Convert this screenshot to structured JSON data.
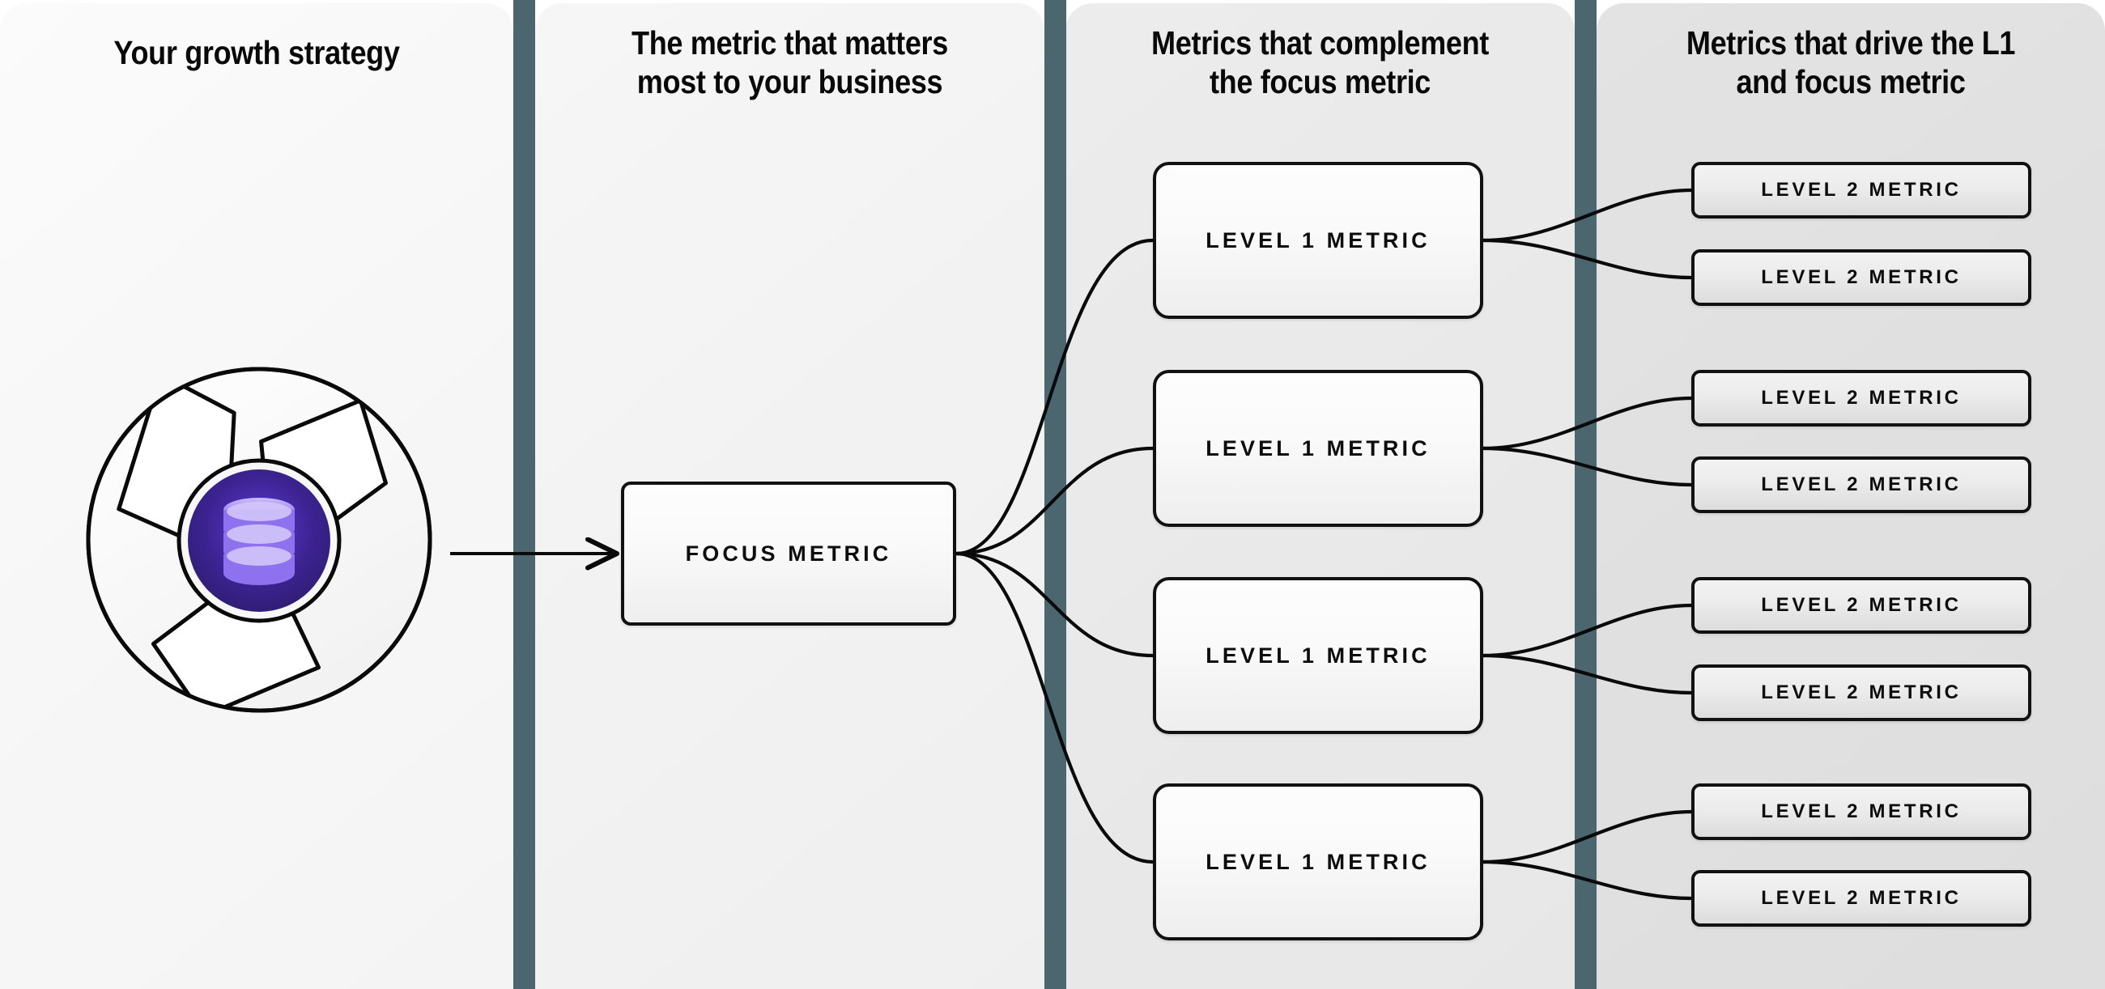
{
  "columns": [
    {
      "id": "growth-strategy",
      "title": "Your growth strategy"
    },
    {
      "id": "focus-metric",
      "title": "The metric that matters\nmost to your business"
    },
    {
      "id": "level-1-metrics",
      "title": "Metrics that complement\nthe focus metric"
    },
    {
      "id": "level-2-metrics",
      "title": "Metrics that drive the L1\nand focus metric"
    }
  ],
  "column_titles": {
    "c1": "Your growth strategy",
    "c2_line1": "The metric that matters",
    "c2_line2": "most to your business",
    "c3_line1": "Metrics that complement",
    "c3_line2": "the focus metric",
    "c4_line1": "Metrics that drive the L1",
    "c4_line2": "and focus metric"
  },
  "logo": {
    "name": "aperture-database-logo",
    "inner_icon": "database-stack-icon",
    "outline_color": "#0a0a0a",
    "blade_color": "#fafafa",
    "core_gradient_outer": "#2a1a63",
    "core_gradient_inner": "#4b2fb5",
    "database_color": "#a48bf5",
    "database_highlight": "#d9cefc"
  },
  "nodes": {
    "focus": {
      "label": "FOCUS METRIC"
    },
    "level1": [
      {
        "label": "LEVEL 1 METRIC"
      },
      {
        "label": "LEVEL 1 METRIC"
      },
      {
        "label": "LEVEL 1 METRIC"
      },
      {
        "label": "LEVEL 1 METRIC"
      }
    ],
    "level2": [
      {
        "label": "LEVEL 2 METRIC"
      },
      {
        "label": "LEVEL 2 METRIC"
      },
      {
        "label": "LEVEL 2 METRIC"
      },
      {
        "label": "LEVEL 2 METRIC"
      },
      {
        "label": "LEVEL 2 METRIC"
      },
      {
        "label": "LEVEL 2 METRIC"
      },
      {
        "label": "LEVEL 2 METRIC"
      },
      {
        "label": "LEVEL 2 METRIC"
      }
    ]
  },
  "colors": {
    "divider": "#4c6670",
    "node_border": "#111111",
    "text": "#0d0d0d",
    "panel_1": "#f8f8f8",
    "panel_2": "#f2f2f2",
    "panel_3": "#e9e9e9",
    "panel_4": "#e0e0e0"
  },
  "edges": {
    "strategy_to_focus": "arrow",
    "focus_to_level1_count": 4,
    "level1_to_level2_per_node": 2
  }
}
